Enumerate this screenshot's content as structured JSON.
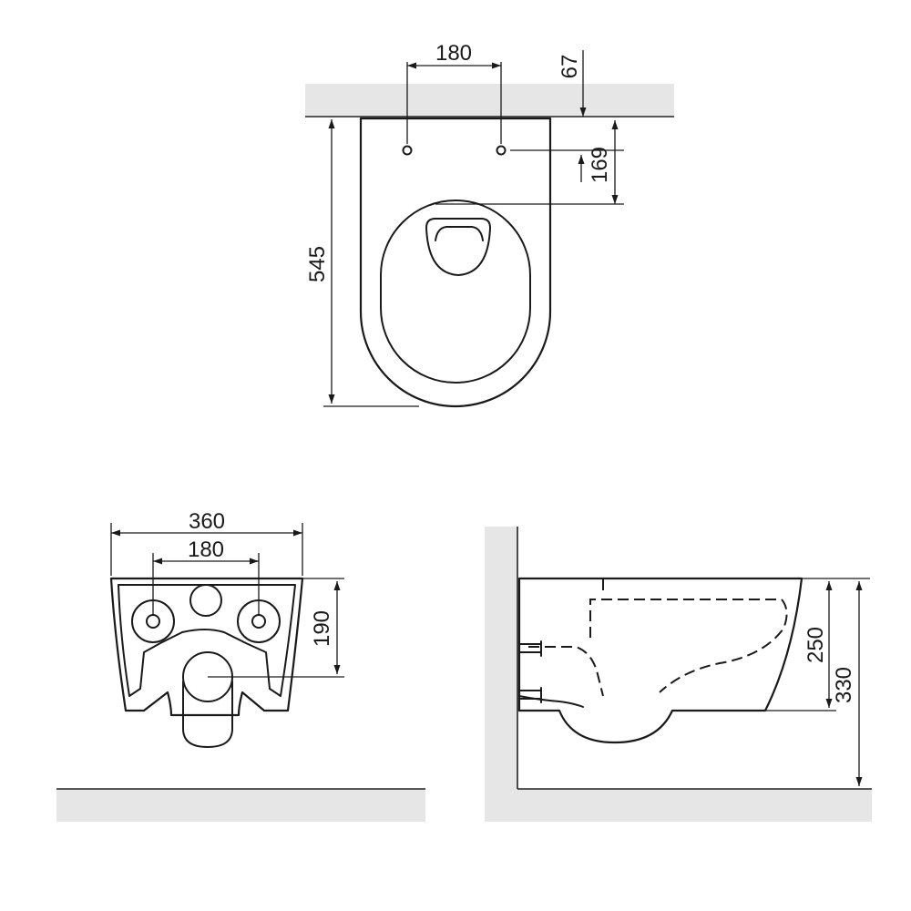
{
  "dimensions": {
    "top_view": {
      "hole_spacing": "180",
      "wall_offset": "67",
      "hole_to_seat": "169",
      "length": "545"
    },
    "front_view": {
      "width": "360",
      "hole_spacing": "180",
      "height": "190"
    },
    "side_view": {
      "bowl_height": "250",
      "total_height": "330"
    }
  }
}
